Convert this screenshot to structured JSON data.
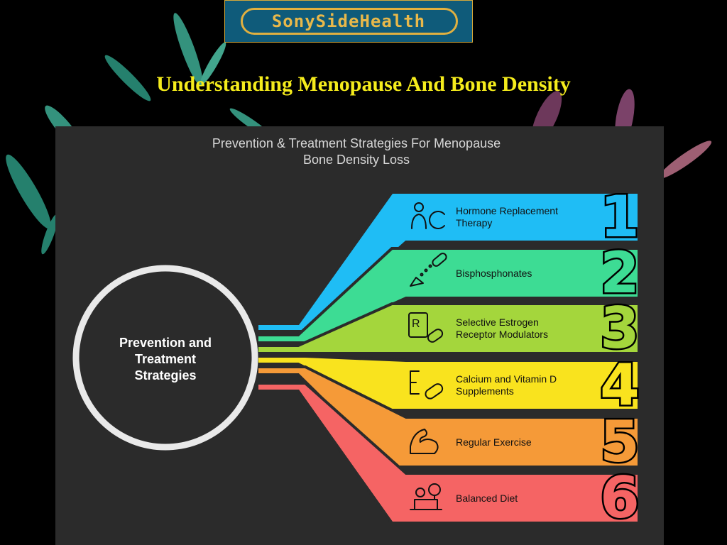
{
  "header": {
    "logo_text": "SonySideHealth",
    "title": "Understanding Menopause And Bone Density"
  },
  "diagram": {
    "heading_line1": "Prevention & Treatment Strategies For Menopause",
    "heading_line2": "Bone Density Loss",
    "center_line1": "Prevention and",
    "center_line2": "Treatment",
    "center_line3": "Strategies",
    "items": [
      {
        "number": "1",
        "line1": "Hormone Replacement",
        "line2": "Therapy",
        "color": "#1fbdf5",
        "icon": "nurse-icon"
      },
      {
        "number": "2",
        "line1": "Bisphosphonates",
        "line2": "",
        "color": "#3ddc94",
        "icon": "pill-icon"
      },
      {
        "number": "3",
        "line1": "Selective Estrogen",
        "line2": "Receptor Modulators",
        "color": "#a4d63c",
        "icon": "prescription-icon"
      },
      {
        "number": "4",
        "line1": "Calcium and Vitamin D",
        "line2": "Supplements",
        "color": "#f9e31e",
        "icon": "supplement-icon"
      },
      {
        "number": "5",
        "line1": "Regular Exercise",
        "line2": "",
        "color": "#f59a38",
        "icon": "muscle-icon"
      },
      {
        "number": "6",
        "line1": "Balanced Diet",
        "line2": "",
        "color": "#f56464",
        "icon": "scale-food-icon"
      }
    ]
  }
}
